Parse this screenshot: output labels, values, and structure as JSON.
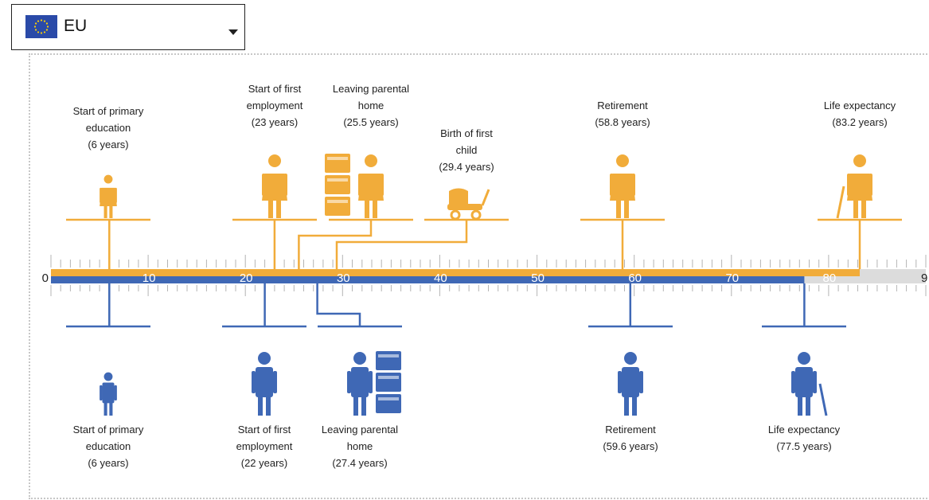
{
  "selector": {
    "value": "EU",
    "flag_icon": "eu-flag-icon"
  },
  "colors": {
    "women": "#f1ac3a",
    "men": "#3f68b5",
    "track": "#dcdcdc"
  },
  "chart_data": {
    "type": "timeline",
    "x_axis": {
      "min": 0,
      "max": 90,
      "ticks": [
        "0",
        "10",
        "20",
        "30",
        "40",
        "50",
        "60",
        "70",
        "80",
        "9"
      ]
    },
    "series": [
      {
        "color": "#f1ac3a",
        "position": "above",
        "life_expectancy": 83.2,
        "milestones": [
          {
            "value": 6,
            "lines": [
              "Start of primary",
              "education",
              "(6 years)"
            ],
            "icon": "girl-icon"
          },
          {
            "value": 23,
            "lines": [
              "Start of first",
              "employment",
              "(23 years)"
            ],
            "icon": "working-woman-icon"
          },
          {
            "value": 25.5,
            "lines": [
              "Leaving parental",
              "home",
              "(25.5 years)"
            ],
            "icon": "woman-with-boxes-icon"
          },
          {
            "value": 29.4,
            "lines": [
              "Birth of first",
              "child",
              "(29.4 years)"
            ],
            "icon": "pram-icon"
          },
          {
            "value": 58.8,
            "lines": [
              "Retirement",
              "(58.8 years)"
            ],
            "icon": "retired-woman-icon"
          },
          {
            "value": 83.2,
            "lines": [
              "Life expectancy",
              "(83.2 years)"
            ],
            "icon": "elderly-woman-icon"
          }
        ]
      },
      {
        "color": "#3f68b5",
        "position": "below",
        "life_expectancy": 77.5,
        "milestones": [
          {
            "value": 6,
            "lines": [
              "Start of primary",
              "education",
              "(6 years)"
            ],
            "icon": "boy-icon"
          },
          {
            "value": 22,
            "lines": [
              "Start of first",
              "employment",
              "(22 years)"
            ],
            "icon": "working-man-icon"
          },
          {
            "value": 27.4,
            "lines": [
              "Leaving parental",
              "home",
              "(27.4 years)"
            ],
            "icon": "man-with-boxes-icon"
          },
          {
            "value": 59.6,
            "lines": [
              "Retirement",
              "(59.6 years)"
            ],
            "icon": "retired-man-icon"
          },
          {
            "value": 77.5,
            "lines": [
              "Life expectancy",
              "(77.5 years)"
            ],
            "icon": "elderly-man-icon"
          }
        ]
      }
    ]
  }
}
